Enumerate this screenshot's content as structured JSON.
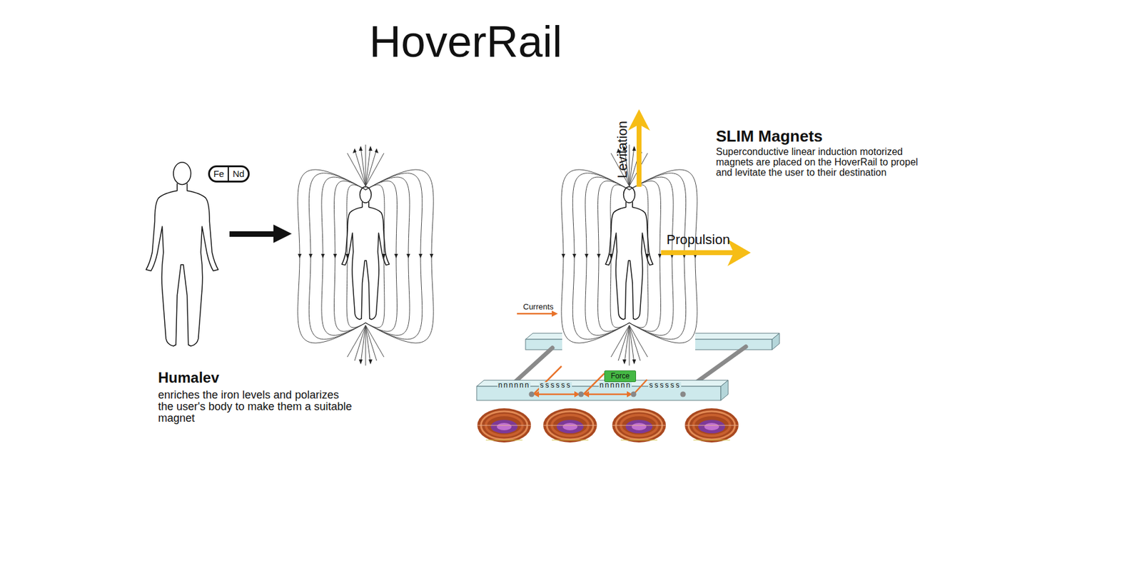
{
  "diagram": {
    "title": "HoverRail",
    "nodes": [
      {
        "text": [
          "Fe",
          "Nd"
        ]
      },
      {
        "text": [
          "Force"
        ]
      }
    ],
    "labels": [
      "Humalev",
      "enriches the iron levels and polarizes the user's body to make them a suitable magnet",
      "Levitation",
      "Propulsion",
      "SLIM Magnets",
      "Superconductive linear induction motorized magnets are placed on the HoverRail to propel and levitate the user to their destination",
      "Currents",
      "nnnnnn",
      "ssssss",
      "nnnnnn",
      "ssssss"
    ]
  }
}
